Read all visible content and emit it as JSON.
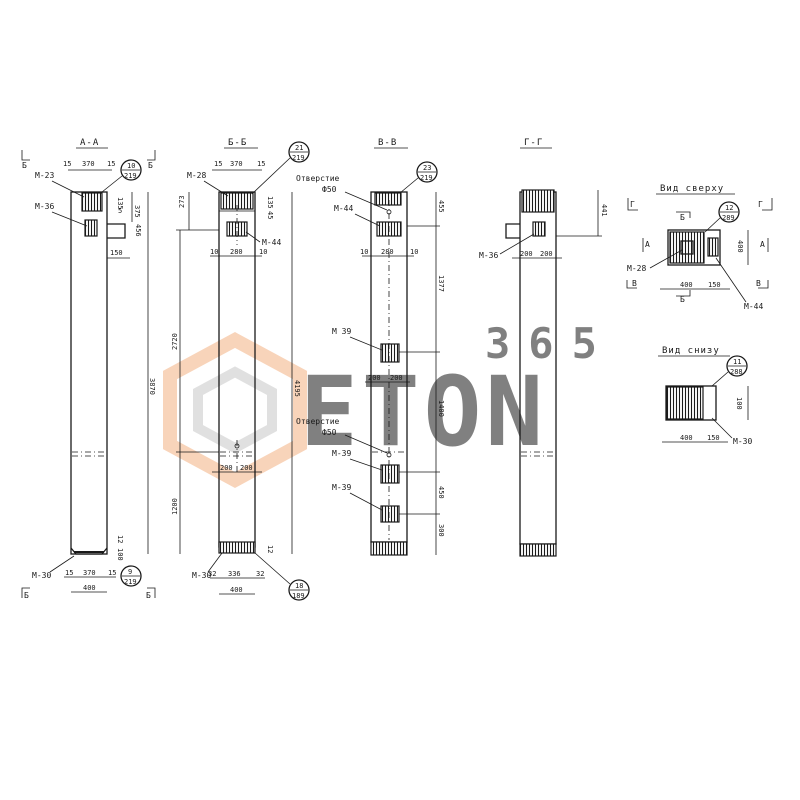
{
  "sections": {
    "aa": {
      "title": "А-А",
      "cut_left": "Б",
      "cut_right": "Б",
      "cut_left_bot": "Б",
      "cut_right_bot": "Б"
    },
    "bb": {
      "title": "Б-Б"
    },
    "vv": {
      "title": "В-В"
    },
    "gg": {
      "title": "Г-Г"
    }
  },
  "aa": {
    "dims": {
      "top_l": "15",
      "top_mid": "370",
      "top_r": "15",
      "total": "3870",
      "bot_l": "15",
      "bot_mid": "370",
      "bot_r": "15",
      "bot_total": "400",
      "r135": "135",
      "r375": "375",
      "r150": "150",
      "r5": "5",
      "r456": "456",
      "r12": "12",
      "r100": "100"
    },
    "marks": {
      "m23": "М-23",
      "m36": "М-36",
      "m30": "М-30"
    },
    "callout_top": {
      "num": "10",
      "den": "219"
    },
    "callout_bot": {
      "num": "9",
      "den": "219"
    }
  },
  "bb": {
    "dims": {
      "top_l": "15",
      "top_mid": "370",
      "top_r": "15",
      "d273": "273",
      "d2720": "2720",
      "d1200": "1200",
      "d4195": "4195",
      "d10a": "10",
      "d280": "280",
      "d10b": "10",
      "d200a": "200",
      "d200b": "200",
      "bot_l": "32",
      "bot_mid": "336",
      "bot_r": "32",
      "bot_total": "400",
      "r135": "135",
      "r45": "45",
      "r12": "12"
    },
    "marks": {
      "m28": "М-28",
      "m44": "М-44",
      "m30": "М-30"
    },
    "callout_top": {
      "num": "21",
      "den": "219"
    },
    "callout_bot": {
      "num": "18",
      "den": "189"
    }
  },
  "vv": {
    "dims": {
      "d455": "455",
      "d1377": "1377",
      "d1400": "1400",
      "d450": "450",
      "d300": "300",
      "d10a": "10",
      "d280": "280",
      "d10b": "10",
      "d200a": "200",
      "d200b": "200"
    },
    "marks": {
      "hole1": "Отверстие",
      "phi1": "Ф50",
      "m44": "М-44",
      "m39a": "М 39",
      "hole2": "Отверстие",
      "phi2": "Ф50",
      "m39b": "М-39",
      "m39c": "М-39"
    },
    "callout_top": {
      "num": "23",
      "den": "219"
    }
  },
  "gg": {
    "dims": {
      "d441": "441",
      "d200a": "200",
      "d200b": "200"
    },
    "marks": {
      "m36": "М-36"
    }
  },
  "top_view": {
    "title": "Вид сверху",
    "dims": {
      "d400w": "400",
      "d150": "150",
      "d400h": "400"
    },
    "marks": {
      "m28": "М-28",
      "m44": "М-44"
    },
    "cuts": {
      "g_l": "Г",
      "g_r": "Г",
      "a_l": "А",
      "a_r": "А",
      "v_l": "В",
      "v_r": "В",
      "b_top": "Б",
      "b_bot": "Б"
    },
    "callout": {
      "num": "12",
      "den": "289"
    }
  },
  "bottom_view": {
    "title": "Вид снизу",
    "dims": {
      "d400": "400",
      "d150": "150",
      "d100": "100"
    },
    "marks": {
      "m30": "М-30"
    },
    "callout": {
      "num": "11",
      "den": "288"
    }
  },
  "watermark": {
    "number": "365",
    "brand": "ETON",
    "accent": "#f4b183",
    "gray": "#c8c8c8"
  }
}
